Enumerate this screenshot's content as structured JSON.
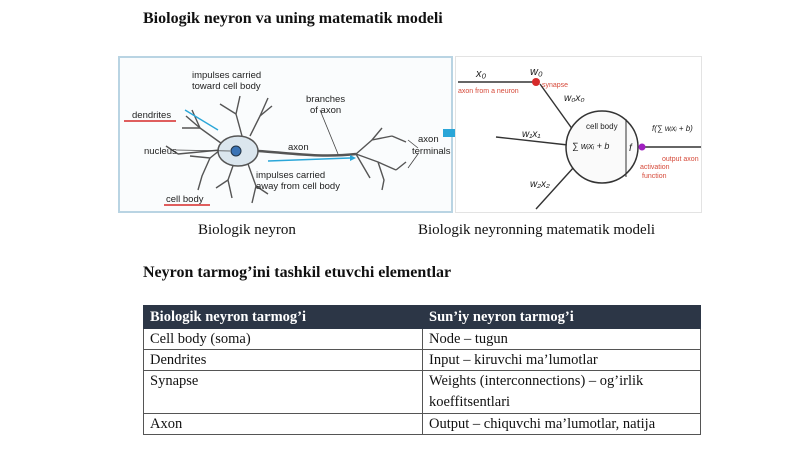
{
  "headings": {
    "title": "Biologik neyron va uning matematik modeli",
    "elements_title": "Neyron tarmog’ini tashkil etuvchi elementlar"
  },
  "figure_bio": {
    "labels": {
      "impulses_toward": "impulses carried",
      "impulses_toward2": "toward cell body",
      "dendrites": "dendrites",
      "nucleus": "nucleus",
      "branches": "branches",
      "branches2": "of axon",
      "axon": "axon",
      "axon_terminals": "axon",
      "axon_terminals2": "terminals",
      "impulses_away": "impulses carried",
      "impulses_away2": "away from cell body",
      "cell_body": "cell body"
    },
    "caption": "Biologik neyron"
  },
  "figure_math": {
    "labels": {
      "x0": "x₀",
      "w0": "w₀",
      "synapse": "synapse",
      "axon_from": "axon from a neuron",
      "w0x0": "w₀x₀",
      "w1x1": "w₁x₁",
      "cell_body": "cell body",
      "sum": "∑ wᵢxᵢ + b",
      "f": "f",
      "f_out": "f(∑ wᵢxᵢ + b)",
      "output_axon": "output axon",
      "activation": "activation",
      "function": "function",
      "w2x2": "w₂x₂"
    },
    "caption": "Biologik neyronning matematik modeli"
  },
  "colors": {
    "table_header_bg": "#2c3646",
    "arrow_blue": "#2aa6d8",
    "synapse_red": "#d62a2a",
    "activation_purple": "#a020c0"
  },
  "table": {
    "headers": [
      "Biologik neyron tarmog’i",
      "Sun’iy neyron tarmog’i"
    ],
    "rows": [
      [
        "Cell body (soma)",
        "Node – tugun"
      ],
      [
        "Dendrites",
        "Input – kiruvchi ma’lumotlar"
      ],
      [
        "Synapse",
        "Weights (interconnections) – og’irlik koeffitsentlari"
      ],
      [
        "Axon",
        "Output – chiquvchi ma’lumotlar, natija"
      ]
    ]
  }
}
